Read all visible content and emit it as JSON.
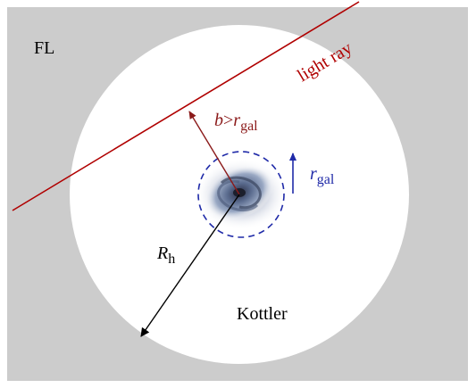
{
  "region_labels": {
    "outer": "FL",
    "inner": "Kottler"
  },
  "light_ray": {
    "label": "light ray",
    "color": "#b00000"
  },
  "impact_parameter": {
    "symbol": "b",
    "relation": ">",
    "r_symbol": "r",
    "subscript": "gal",
    "color": "#8b1a1a"
  },
  "galaxy_radius": {
    "symbol": "r",
    "subscript": "gal",
    "color": "#1f2aa8"
  },
  "hole_radius": {
    "symbol": "R",
    "subscript": "h",
    "color": "#000000"
  },
  "colors": {
    "background": "#cccccc",
    "hole": "#ffffff",
    "galaxy_circle": "#1f2aa8"
  },
  "icons": {
    "galaxy": "spiral-galaxy-image"
  }
}
